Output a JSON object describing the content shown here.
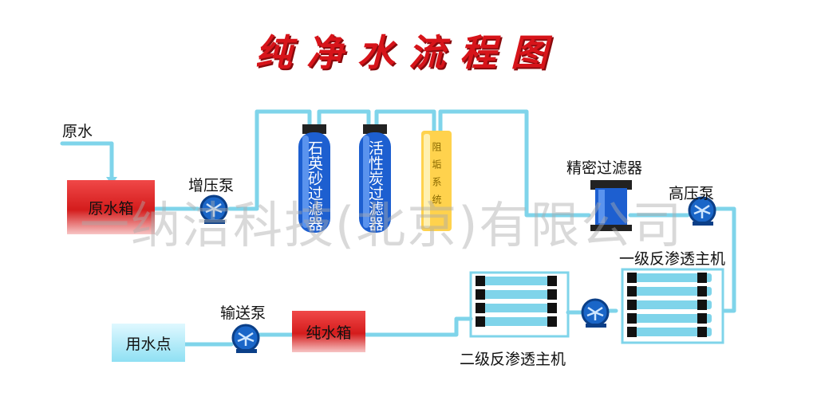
{
  "title": "纯净水流程图",
  "watermark": "一纳洁科技(北京)有限公司",
  "labels": {
    "raw_water": "原水",
    "booster_pump": "增压泵",
    "quartz_filter": "石英砂过滤器",
    "carbon_filter": "活性炭过滤器",
    "scale_system": "阻垢系统",
    "precision_filter": "精密过滤器",
    "high_pressure_pump": "高压泵",
    "ro_stage1": "一级反渗透主机",
    "ro_stage2": "二级反渗透主机",
    "delivery_pump": "输送泵",
    "raw_water_tank": "原水箱",
    "pure_water_tank": "纯水箱",
    "water_point": "用水点"
  },
  "colors": {
    "title": "#d7141a",
    "pipe": "#7fd4ea",
    "tank_red": "#e02a2a",
    "filter_blue": "#1d5fd0",
    "scale_yellow": "#ffd24d",
    "pump_blue": "#1a66c8"
  }
}
